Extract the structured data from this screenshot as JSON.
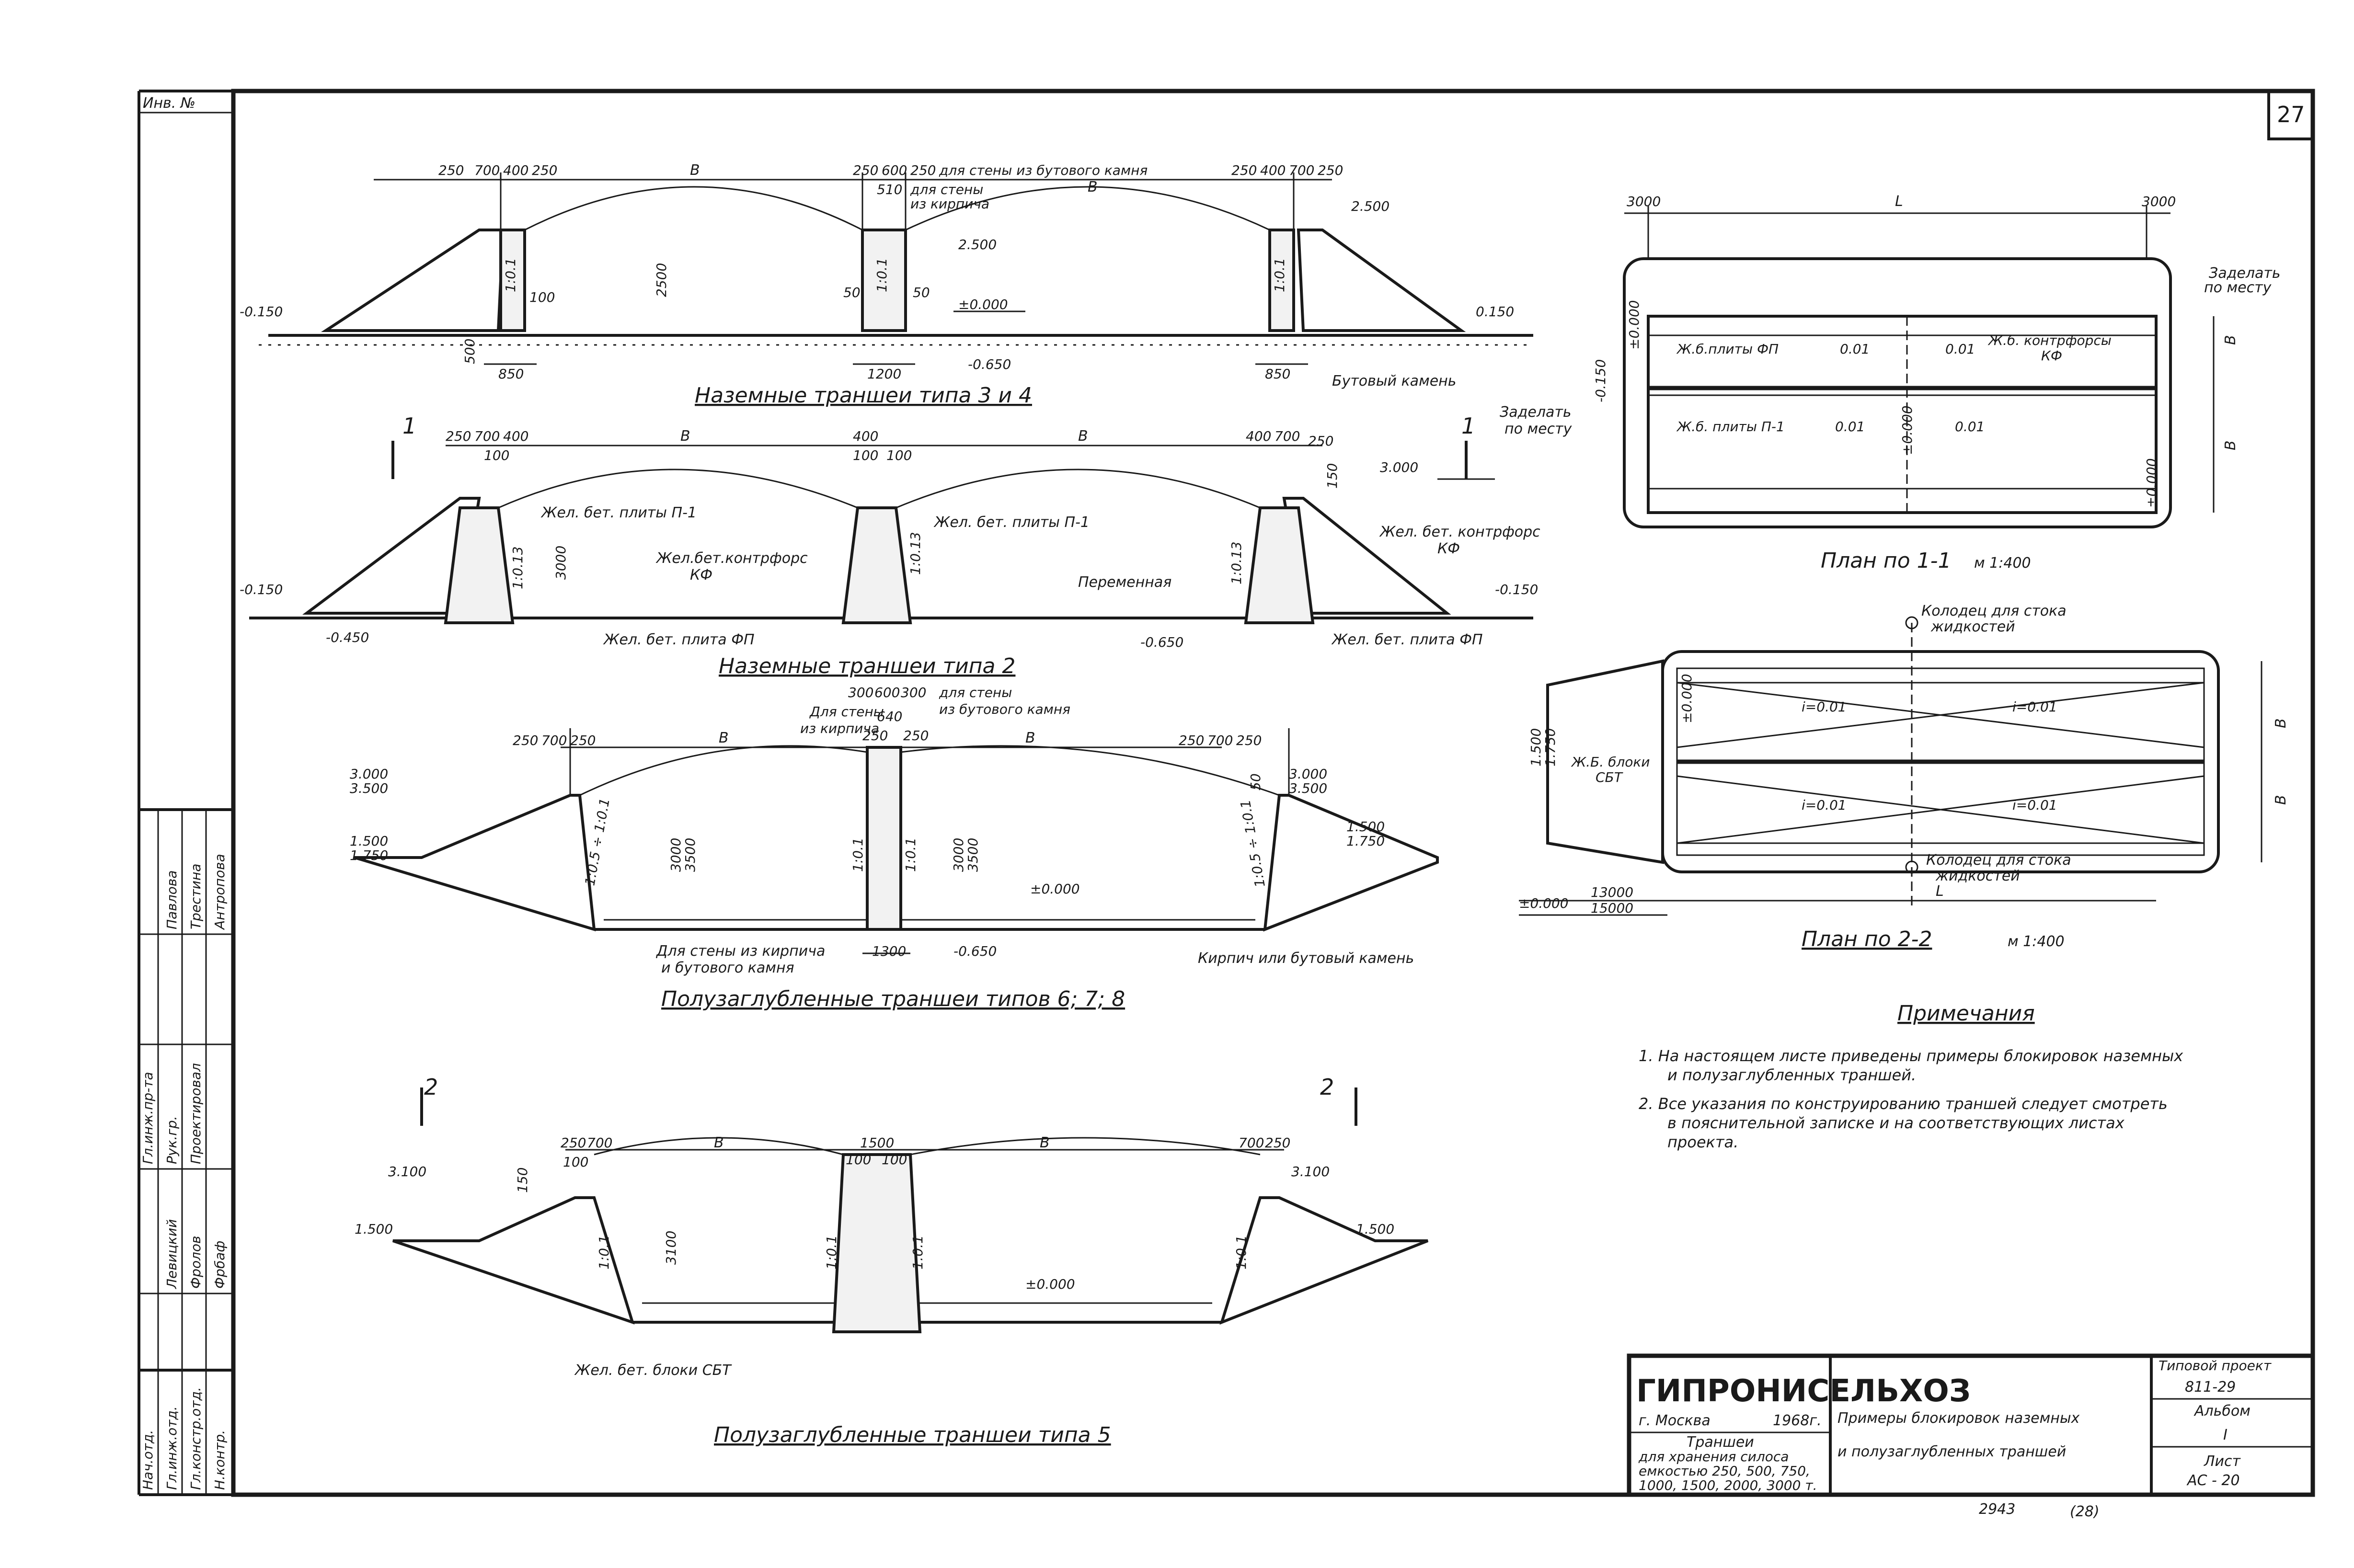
{
  "frame": {
    "inv_label": "Инв. №",
    "sheet_number": "27",
    "side_names": [
      "Павлова",
      "Трестина",
      "Антропова",
      "Левицкий",
      "Фролов",
      "Фрбаф"
    ],
    "side_roles": [
      "Гл.инж.пр-та",
      "Рук.гр.",
      "Проектировал",
      "Нач.отд.",
      "Гл.инж.отд.",
      "Гл.констр.отд.",
      "Н.контр."
    ]
  },
  "section1": {
    "caption": "Наземные траншеи типа 3 и 4",
    "dims": [
      "250",
      "700",
      "400",
      "250",
      "В",
      "250",
      "600",
      "250",
      "для стены из бутового камня",
      "510",
      "для стены",
      "из кирпича",
      "В",
      "250",
      "400",
      "700",
      "250"
    ],
    "marks": [
      "2.500",
      "-0.150",
      "0.150",
      "±0.000",
      "-0.650",
      "2.500"
    ],
    "other": [
      "2500",
      "1:0.1",
      "1:0.1",
      "1:0.1",
      "100",
      "50",
      "50",
      "850",
      "1200",
      "850",
      "500"
    ],
    "callout": "Бутовый камень"
  },
  "section2": {
    "caption": "Наземные траншеи типа 2",
    "cut_mark": "1",
    "dims": [
      "250",
      "700",
      "400",
      "100",
      "В",
      "400",
      "100",
      "100",
      "В",
      "400",
      "700",
      "250",
      "150"
    ],
    "marks": [
      "3.000",
      "-0.150",
      "-0.450",
      "-0.650",
      "-0.150"
    ],
    "labels": [
      "Жел. бет. плиты П-1",
      "Жел. бет. плиты П-1",
      "Жел.бет.контрфорс",
      "КФ",
      "Жел. бет. контрфорс",
      "КФ",
      "Переменная",
      "Жел. бет. плита ФП",
      "Жел. бет. плита ФП"
    ],
    "slopes": [
      "1:0.13",
      "1:0.13",
      "1:0.13"
    ],
    "height": "3000"
  },
  "section3": {
    "caption": "Полузаглубленные траншеи типов 6; 7; 8",
    "dims": [
      "300",
      "600",
      "300",
      "для стены",
      "из бутового камня",
      "Для стены",
      "из кирпича",
      "640",
      "250",
      "250",
      "В",
      "В",
      "250",
      "700",
      "250",
      "250",
      "700",
      "250",
      "50"
    ],
    "marks": [
      "3.000",
      "3.500",
      "1.500",
      "1.750",
      "±0.000",
      "-0.650",
      "3.000",
      "3.500",
      "1.500",
      "1.750"
    ],
    "other": [
      "3000",
      "3500",
      "3000",
      "3500",
      "1:0.5 ÷ 1:0.1",
      "1:0.5 ÷ 1:0.1",
      "1:0.1",
      "1:0.1",
      "1300"
    ],
    "labels": [
      "Для стены из кирпича",
      "и бутового камня",
      "Кирпич или бутовый камень"
    ]
  },
  "section4": {
    "caption": "Полузаглубленные траншеи типа 5",
    "cut_mark": "2",
    "dims": [
      "250",
      "700",
      "100",
      "В",
      "1500",
      "100",
      "100",
      "В",
      "700",
      "250",
      "150"
    ],
    "marks": [
      "3.100",
      "1.500",
      "±0.000",
      "3.100",
      "1.500"
    ],
    "other": [
      "3100",
      "1:0.1",
      "1:0.1",
      "1:0.1",
      "1:0.1"
    ],
    "labels": [
      "Жел. бет. блоки СБТ"
    ]
  },
  "plan1": {
    "caption": "План по 1-1",
    "scale": "м 1:400",
    "dims": [
      "3000",
      "L",
      "3000",
      "В",
      "В"
    ],
    "labels": [
      "Заделать",
      "по месту",
      "Заделать",
      "по месту",
      "Ж.б.плиты ФП",
      "Ж.б. контрфорсы",
      "КФ",
      "Ж.б. плиты П-1",
      "0.01",
      "0.01",
      "0.01",
      "0.01",
      "-0.150",
      "±0.000",
      "±0.000",
      "±0.000"
    ]
  },
  "plan2": {
    "caption": "План по 2-2",
    "scale": "м 1:400",
    "dims": [
      "L",
      "13000",
      "15000",
      "В",
      "В"
    ],
    "labels": [
      "Колодец для стока",
      "жидкостей",
      "Колодец для стока",
      "жидкостей",
      "Ж.Б. блоки",
      "СБТ",
      "i=0.01",
      "i=0.01",
      "i=0.01",
      "i=0.01",
      "1.500",
      "1.750",
      "±0.000",
      "±0.000"
    ]
  },
  "notes": {
    "title": "Примечания",
    "items": [
      "1. На настоящем листе приведены примеры блокировок наземных",
      "и полузаглубленных траншей.",
      "2. Все указания по конструированию траншей следует смотреть",
      "в пояснительной записке и на соответствующих листах",
      "проекта."
    ]
  },
  "title_block": {
    "org": "ГИПРОНИСЕЛЬХОЗ",
    "city": "г. Москва",
    "year": "1968г.",
    "subject_lines": [
      "Траншеи",
      "для хранения силоса",
      "емкостью 250, 500, 750,",
      "1000, 1500, 2000, 3000 т."
    ],
    "sheet_title_lines": [
      "Примеры блокировок наземных",
      "и полузаглубленных траншей"
    ],
    "type_project_label": "Типовой проект",
    "type_project_no": "811-29",
    "album_label": "Альбом",
    "album_no": "I",
    "list_label": "Лист",
    "list_no": "АС - 20",
    "archive_no": "2943",
    "archive_sub": "(28)"
  }
}
